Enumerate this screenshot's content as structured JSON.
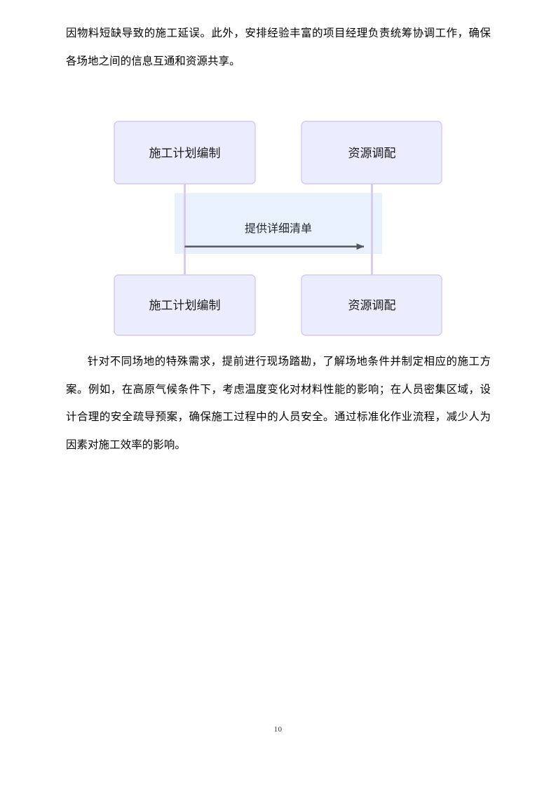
{
  "document": {
    "page_number": "10",
    "paragraphs": [
      {
        "id": "para-above",
        "text": "因物料短缺导致的施工延误。此外，安排经验丰富的项目经理负责统筹协调工作，确保各场地之间的信息互通和资源共享。",
        "indent": false
      },
      {
        "id": "para-below",
        "text": "针对不同场地的特殊需求，提前进行现场踏勘，了解场地条件并制定相应的施工方案。例如，在高原气候条件下，考虑温度变化对材料性能的影响；在人员密集区域，设计合理的安全疏导预案，确保施工过程中的人员安全。通过标准化作业流程，减少人为因素对施工效率的影响。",
        "indent": true
      }
    ]
  },
  "diagram": {
    "type": "sequence-diagram",
    "colors": {
      "participant_fill": "#ECECFF",
      "participant_stroke": "#D4C9EE",
      "lifeline_stroke": "#D7CCF0",
      "message_line": "#53565B",
      "message_band_fill": "#E9F2FC",
      "label_text": "#25292e"
    },
    "participants": [
      {
        "id": "participant-left",
        "label": "施工计划编制"
      },
      {
        "id": "participant-right",
        "label": "资源调配"
      }
    ],
    "participants_bottom": [
      {
        "id": "participant-left-bottom",
        "label": "施工计划编制"
      },
      {
        "id": "participant-right-bottom",
        "label": "资源调配"
      }
    ],
    "messages": [
      {
        "id": "message-1",
        "label": "提供详细清单",
        "from": "施工计划编制",
        "to": "资源调配",
        "arrow": "solid-arrow",
        "direction": "left-to-right"
      }
    ]
  }
}
